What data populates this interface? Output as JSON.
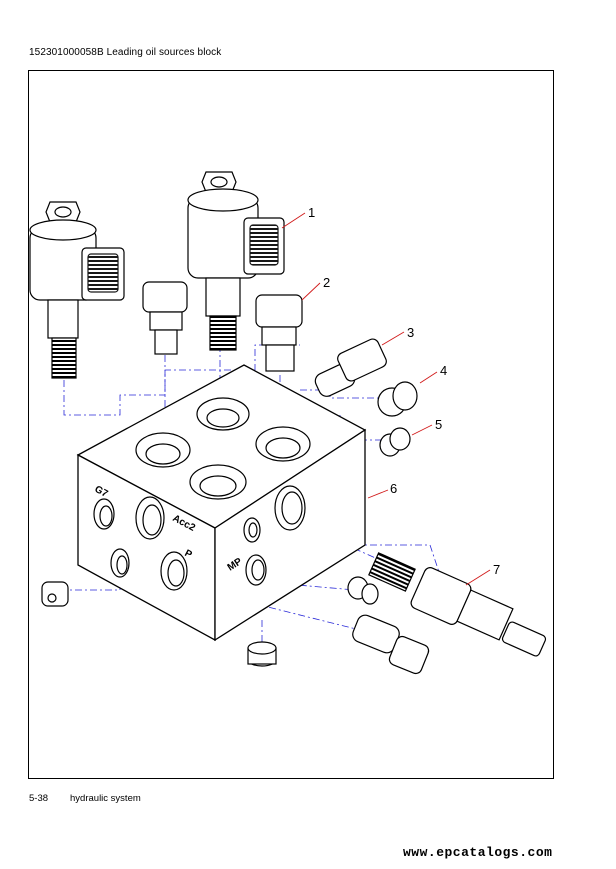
{
  "header": {
    "title": "152301000058B Leading oil sources block"
  },
  "footer": {
    "page": "5-38",
    "section": "hydraulic system"
  },
  "watermark": "www.epcatalogs.com",
  "diagram": {
    "callouts": [
      "1",
      "2",
      "3",
      "4",
      "5",
      "6",
      "7"
    ],
    "ports": [
      "G7",
      "Acc2",
      "P",
      "MP"
    ]
  }
}
